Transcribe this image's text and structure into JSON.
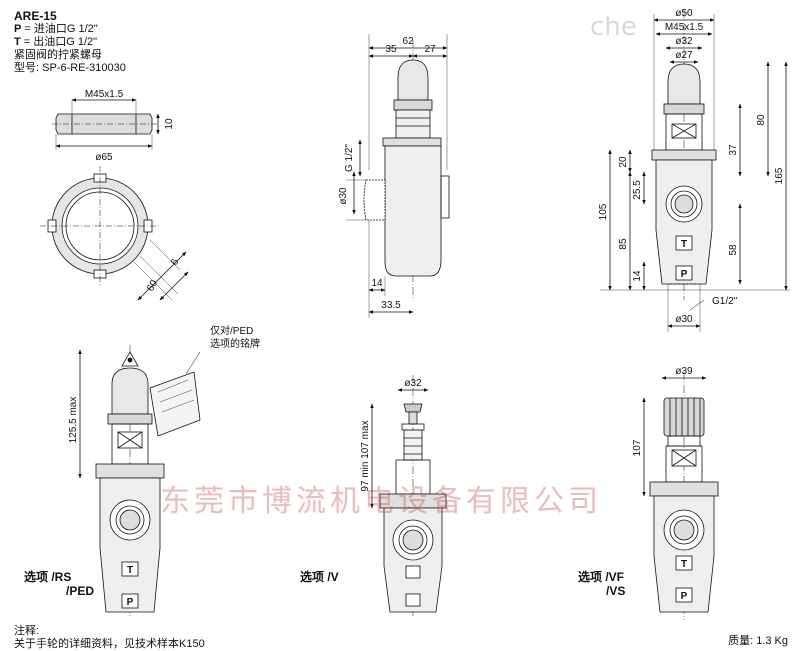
{
  "header": {
    "title": "ARE-15",
    "p_key": "P",
    "p_text": " = 进油口G 1/2\"",
    "t_key": "T",
    "t_text": " = 出油口G 1/2\"",
    "nut_caption": "紧固阀的拧紧螺母",
    "model": "型号:  SP-6-RE-310030"
  },
  "nut_view": {
    "thread": "M45x1.5",
    "dia": "ø65",
    "height": "10",
    "slot": "6",
    "width": "60"
  },
  "side_view": {
    "total_w": "62",
    "left_w": "35",
    "right_w": "27",
    "port": "G 1/2\"",
    "dia30": "ø30",
    "d14": "14",
    "d33_5": "33.5"
  },
  "front_view": {
    "d50": "ø50",
    "thread": "M45x1.5",
    "d32": "ø32",
    "d27": "ø27",
    "h80": "80",
    "h37": "37",
    "h20": "20",
    "h25_5": "25.5",
    "h105": "105",
    "h85": "85",
    "h165": "165",
    "h58": "58",
    "h14": "14",
    "port": "G1/2\"",
    "d30": "ø30",
    "t_label": "T",
    "p_label": "P"
  },
  "opt_rs": {
    "label1": "选项 /RS",
    "label2": "/PED",
    "plate_note_1": "仅对/PED",
    "plate_note_2": "选项的铭牌",
    "h125": "125.5 max",
    "t_label": "T",
    "p_label": "P"
  },
  "opt_v": {
    "label": "选项 /V",
    "d32": "ø32",
    "min_max": "97 min  107 max"
  },
  "opt_vf": {
    "label1": "选项 /VF",
    "label2": "/VS",
    "d39": "ø39",
    "h107": "107",
    "t_label": "T",
    "p_label": "P"
  },
  "notes": {
    "title": "注释:",
    "line1": "关于手轮的详细资料，见技术样本K150"
  },
  "mass": "质量: 1.3 Kg",
  "watermark": "东莞市博流机电设备有限公司",
  "watermark2": "che"
}
